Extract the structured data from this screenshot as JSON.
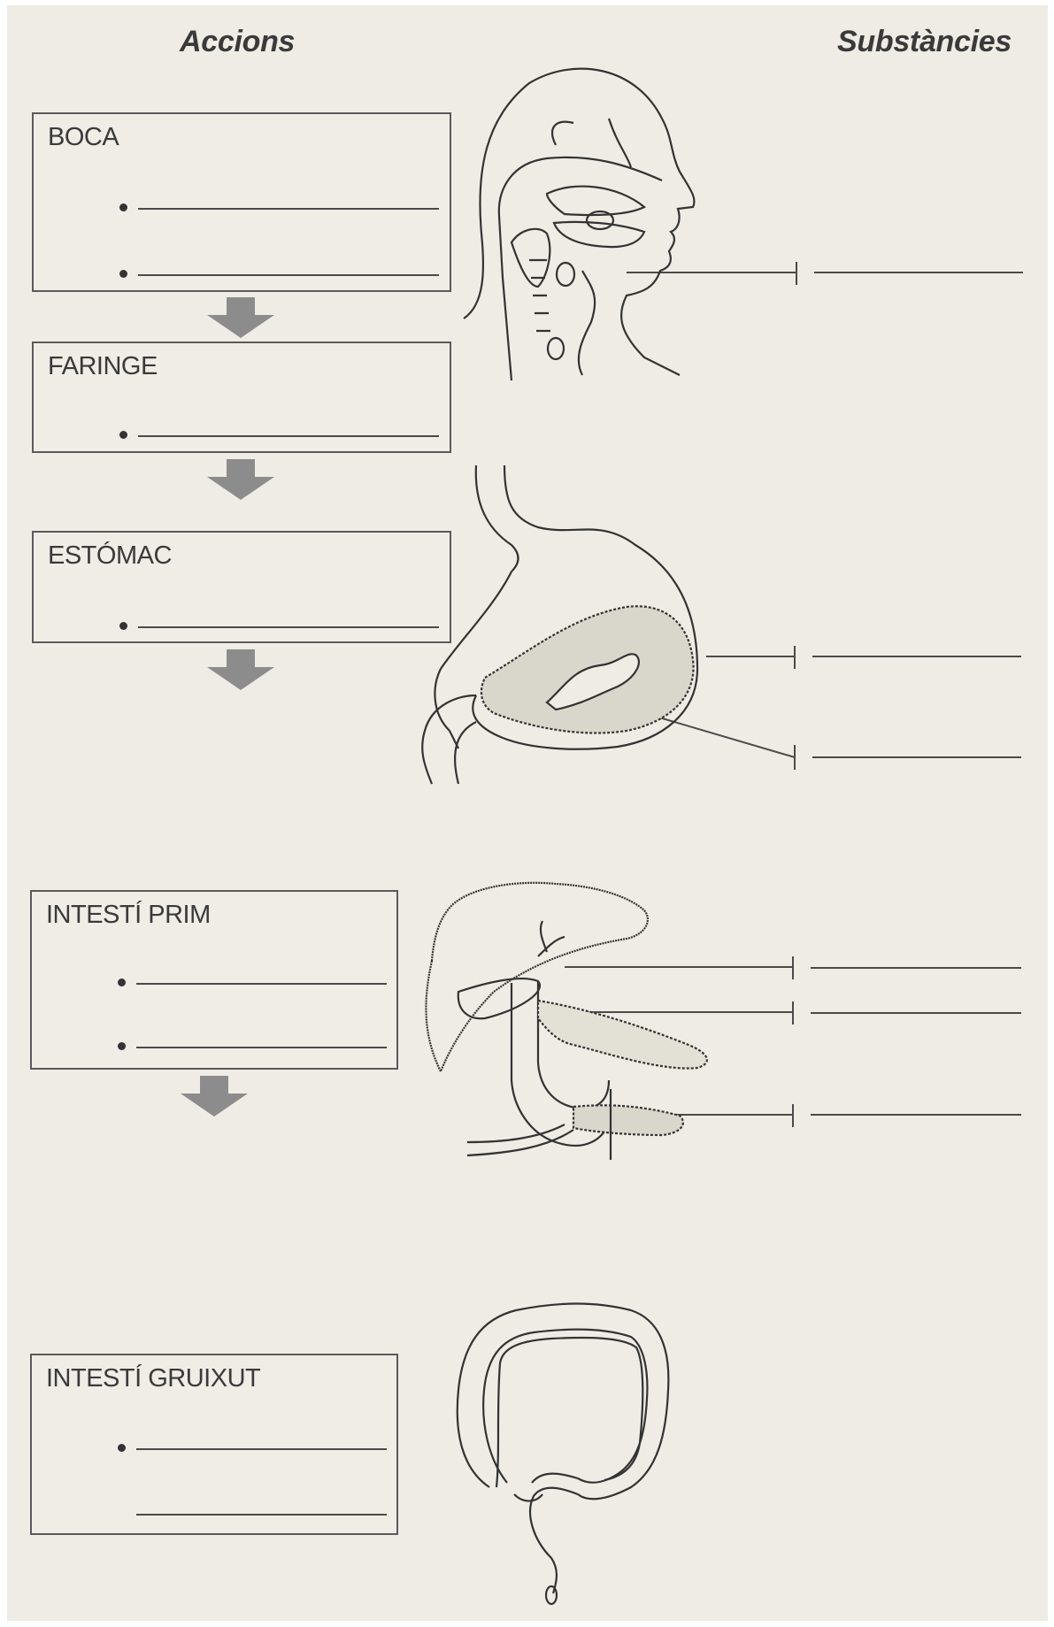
{
  "headings": {
    "left": "Accions",
    "right": "Substàncies"
  },
  "sections": [
    {
      "title": "BOCA"
    },
    {
      "title": "FARINGE"
    },
    {
      "title": "ESTÓMAC"
    },
    {
      "title": "INTESTÍ PRIM"
    },
    {
      "title": "INTESTÍ GRUIXUT"
    }
  ],
  "colors": {
    "paper": "#eeece4",
    "arrow": "#8c8c8c",
    "ink": "#4a4a4a"
  }
}
